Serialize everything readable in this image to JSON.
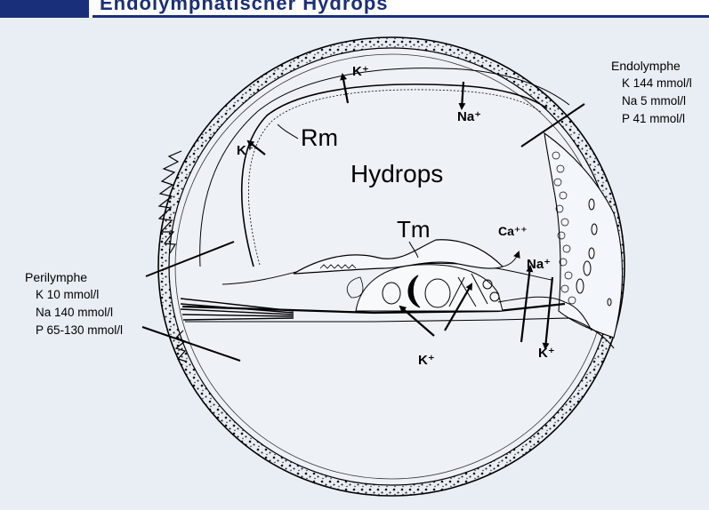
{
  "header": {
    "title": "Endolymphatischer Hydrops"
  },
  "labels": {
    "rm": "Rm",
    "hydrops": "Hydrops",
    "tm": "Tm",
    "k_plus": "K⁺",
    "na_plus": "Na⁺",
    "ca_pp": "Ca⁺⁺"
  },
  "endolymphe": {
    "title": "Endolymphe",
    "rows": [
      "K 144 mmol/l",
      "Na 5 mmol/l",
      "P  41 mmol/l"
    ]
  },
  "perilymphe": {
    "title": "Perilymphe",
    "rows": [
      "K  10 mmol/l",
      "Na 140 mmol/l",
      "P 65-130 mmol/l"
    ]
  },
  "colors": {
    "header_blue": "#1a2f7a",
    "background": "#e9eef5",
    "ink": "#000000"
  }
}
